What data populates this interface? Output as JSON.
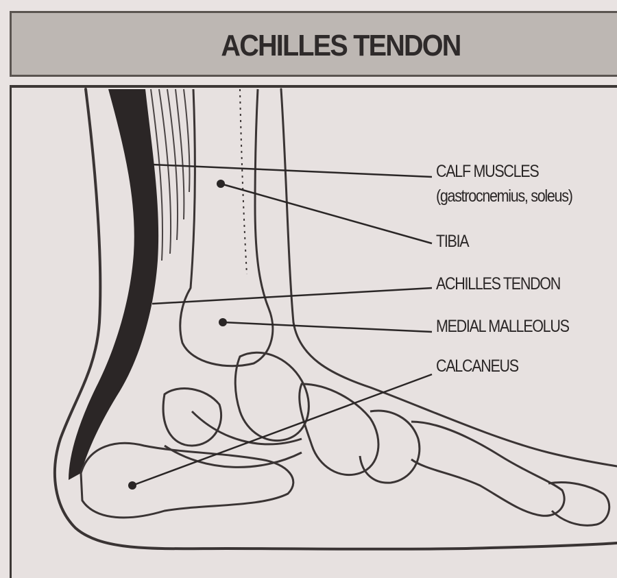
{
  "title": "ACHILLES TENDON",
  "labels": {
    "calf_muscles": "CALF MUSCLES",
    "calf_muscles_detail": "(gastrocnemius, soleus)",
    "tibia": "TIBIA",
    "achilles_tendon": "ACHILLES TENDON",
    "medial_malleolus": "MEDIAL MALLEOLUS",
    "calcaneus": "CALCANEUS"
  },
  "colors": {
    "background": "#e9e3e2",
    "title_bar": "#bdb7b3",
    "ink": "#2a2626"
  }
}
